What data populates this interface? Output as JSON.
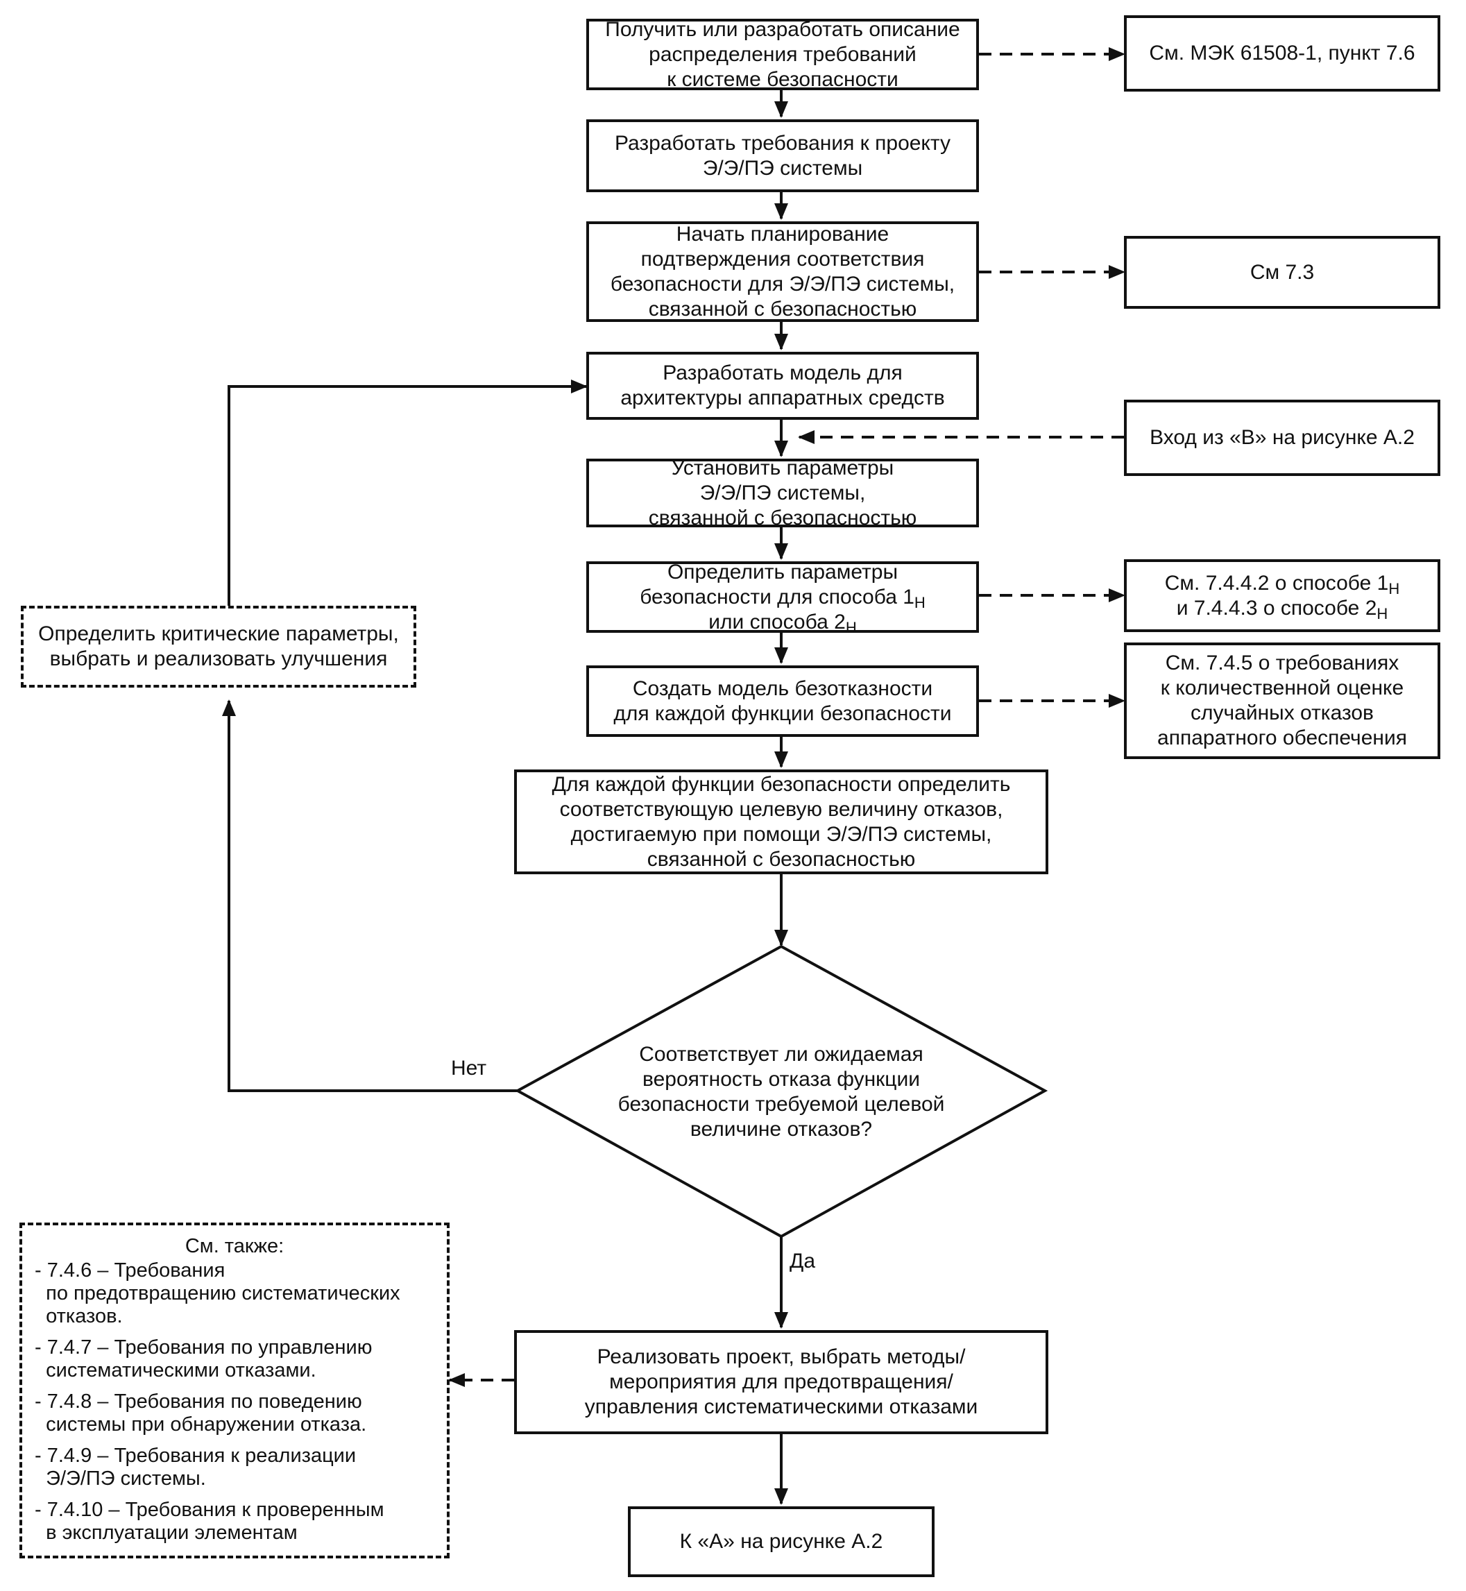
{
  "nodes": {
    "obtain_description": "Получить или разработать описание\nраспределения требований\nк системе безопасности",
    "see_iec": "См. МЭК 61508-1, пункт 7.6",
    "develop_requirements": "Разработать требования к проекту\nЭ/Э/ПЭ системы",
    "start_planning": "Начать планирование\nподтверждения соответствия\nбезопасности для Э/Э/ПЭ системы,\nсвязанной с безопасностью",
    "see_7_3": "См 7.3",
    "develop_model": "Разработать модель для\nархитектуры аппаратных средств",
    "input_from_b": "Вход из «В» на рисунке А.2",
    "set_parameters": "Установить параметры\nЭ/Э/ПЭ системы,\nсвязанной с безопасностью",
    "determine_params": {
      "line1": "Определить параметры",
      "line2": "безопасности для способа 1",
      "line2_sub": "H",
      "line3": "или способа 2",
      "line3_sub": "H"
    },
    "see_7442": {
      "line1": "См. 7.4.4.2 о способе 1",
      "line1_sub": "H",
      "line2": "и 7.4.4.3 о способе 2",
      "line2_sub": "H"
    },
    "critical_params": "Определить критические параметры,\nвыбрать и реализовать улучшения",
    "create_model": "Создать модель безотказности\nдля каждой функции безопасности",
    "see_745": "См. 7.4.5 о требованиях\nк количественной оценке\nслучайных отказов\nаппаратного обеспечения",
    "target_failure": "Для каждой функции безопасности определить\nсоответствующую целевую величину отказов,\nдостигаемую при помощи Э/Э/ПЭ системы,\nсвязанной с безопасностью",
    "decision": "Соответствует ли ожидаемая\nвероятность отказа функции\nбезопасности требуемой целевой\nвеличине отказов?",
    "implement": "Реализовать проект, выбрать методы/\nмероприятия для предотвращения/\nуправления систематическими отказами",
    "to_a": "К «А» на рисунке А.2"
  },
  "edge_labels": {
    "no": "Нет",
    "yes": "Да"
  },
  "see_also": {
    "heading": "См. также:",
    "items": [
      {
        "l1": "- 7.4.6 – Требования",
        "l2": "  по предотвращению систематических",
        "l3": "  отказов."
      },
      {
        "l1": "- 7.4.7 – Требования по управлению",
        "l2": "  систематическими отказами.",
        "l3": ""
      },
      {
        "l1": "- 7.4.8 – Требования по поведению",
        "l2": "  системы при обнаружении отказа.",
        "l3": ""
      },
      {
        "l1": "- 7.4.9 – Требования к реализации",
        "l2": "  Э/Э/ПЭ системы.",
        "l3": ""
      },
      {
        "l1": "- 7.4.10 – Требования к проверенным",
        "l2": "  в эксплуатации элементам",
        "l3": ""
      }
    ]
  }
}
